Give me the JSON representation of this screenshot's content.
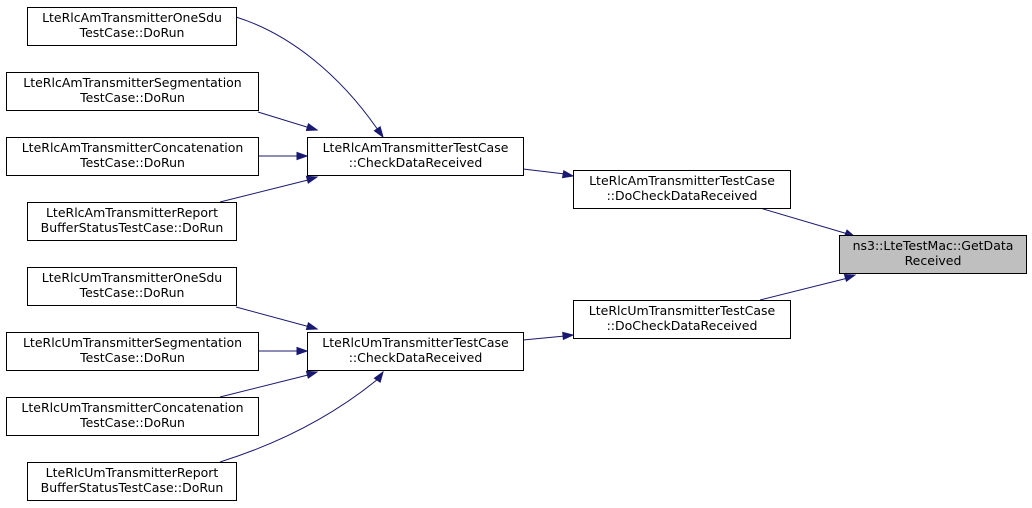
{
  "colors": {
    "edge": "#191970",
    "node_border": "#000000",
    "node_fill": "#ffffff",
    "highlight_fill": "#bfbfbf"
  },
  "nodes": [
    {
      "id": "am-onesdu",
      "lines": [
        "LteRlcAmTransmitterOneSdu",
        "TestCase::DoRun"
      ]
    },
    {
      "id": "am-segmentation",
      "lines": [
        "LteRlcAmTransmitterSegmentation",
        "TestCase::DoRun"
      ]
    },
    {
      "id": "am-concatenation",
      "lines": [
        "LteRlcAmTransmitterConcatenation",
        "TestCase::DoRun"
      ]
    },
    {
      "id": "am-report",
      "lines": [
        "LteRlcAmTransmitterReport",
        "BufferStatusTestCase::DoRun"
      ]
    },
    {
      "id": "am-check",
      "lines": [
        "LteRlcAmTransmitterTestCase",
        "::CheckDataReceived"
      ]
    },
    {
      "id": "am-docheck",
      "lines": [
        "LteRlcAmTransmitterTestCase",
        "::DoCheckDataReceived"
      ]
    },
    {
      "id": "mac-getdata",
      "lines": [
        "ns3::LteTestMac::GetData",
        "Received"
      ],
      "highlight": true
    },
    {
      "id": "um-onesdu",
      "lines": [
        "LteRlcUmTransmitterOneSdu",
        "TestCase::DoRun"
      ]
    },
    {
      "id": "um-segmentation",
      "lines": [
        "LteRlcUmTransmitterSegmentation",
        "TestCase::DoRun"
      ]
    },
    {
      "id": "um-concatenation",
      "lines": [
        "LteRlcUmTransmitterConcatenation",
        "TestCase::DoRun"
      ]
    },
    {
      "id": "um-report",
      "lines": [
        "LteRlcUmTransmitterReport",
        "BufferStatusTestCase::DoRun"
      ]
    },
    {
      "id": "um-check",
      "lines": [
        "LteRlcUmTransmitterTestCase",
        "::CheckDataReceived"
      ]
    },
    {
      "id": "um-docheck",
      "lines": [
        "LteRlcUmTransmitterTestCase",
        "::DoCheckDataReceived"
      ]
    }
  ],
  "edges": [
    {
      "from": "am-onesdu",
      "to": "am-check"
    },
    {
      "from": "am-segmentation",
      "to": "am-check"
    },
    {
      "from": "am-concatenation",
      "to": "am-check"
    },
    {
      "from": "am-report",
      "to": "am-check"
    },
    {
      "from": "am-check",
      "to": "am-docheck"
    },
    {
      "from": "am-docheck",
      "to": "mac-getdata"
    },
    {
      "from": "um-onesdu",
      "to": "um-check"
    },
    {
      "from": "um-segmentation",
      "to": "um-check"
    },
    {
      "from": "um-concatenation",
      "to": "um-check"
    },
    {
      "from": "um-report",
      "to": "um-check"
    },
    {
      "from": "um-check",
      "to": "um-docheck"
    },
    {
      "from": "um-docheck",
      "to": "mac-getdata"
    }
  ]
}
